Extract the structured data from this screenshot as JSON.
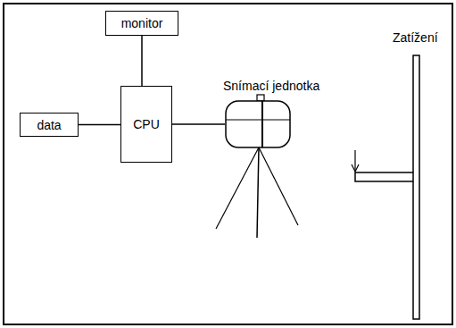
{
  "diagram": {
    "nodes": [
      {
        "text": [
          "monitor"
        ]
      },
      {
        "text": [
          "data"
        ]
      },
      {
        "text": [
          "CPU"
        ]
      },
      {
        "text": [
          "Snímací jednotka"
        ]
      }
    ],
    "edges": [
      {
        "from": 0,
        "to": 2,
        "arrow": "none"
      },
      {
        "from": 1,
        "to": 2,
        "arrow": "none"
      },
      {
        "from": 2,
        "to": 3,
        "arrow": "none"
      }
    ],
    "labels": [
      "Zatížení"
    ]
  }
}
